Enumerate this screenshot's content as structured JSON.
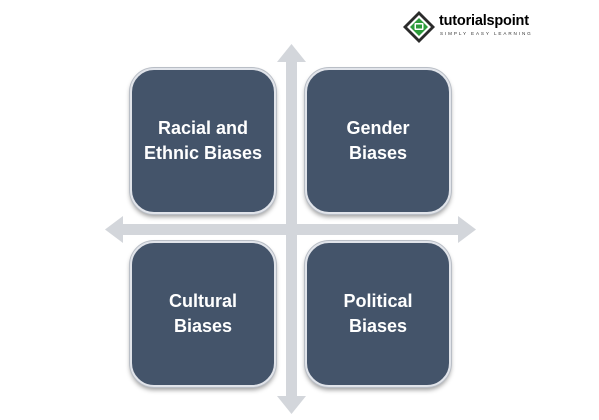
{
  "logo": {
    "name": "tutorialspoint",
    "tagline": "SIMPLY EASY LEARNING",
    "colors": {
      "green": "#2d9b3b",
      "dark": "#2b2b2b"
    }
  },
  "diagram": {
    "quadrants": [
      {
        "line1": "Racial and",
        "line2": "Ethnic Biases"
      },
      {
        "line1": "Gender",
        "line2": "Biases"
      },
      {
        "line1": "Cultural",
        "line2": "Biases"
      },
      {
        "line1": "Political",
        "line2": "Biases"
      }
    ],
    "colors": {
      "box_fill": "#44546a",
      "box_text": "#ffffff",
      "arrow": "#d3d6db"
    }
  }
}
